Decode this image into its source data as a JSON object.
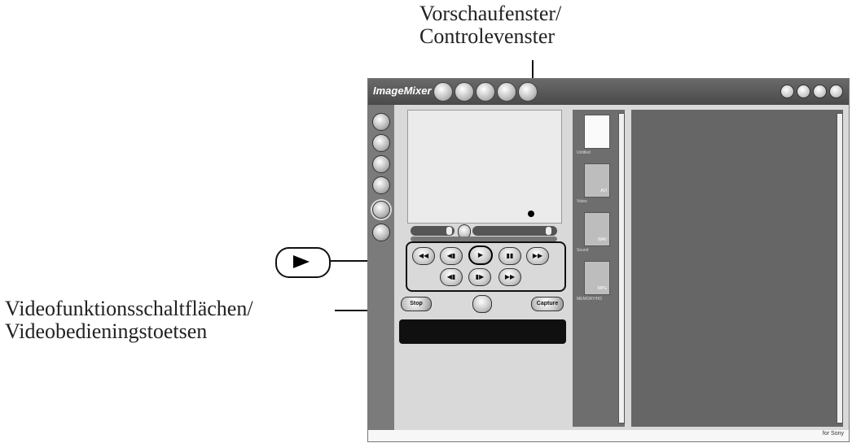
{
  "callouts": {
    "preview_line1": "Vorschaufenster/",
    "preview_line2": "Controlevenster",
    "video_line1": "Videofunktionsschaltflächen/",
    "video_line2": "Videobedieningstoetsen"
  },
  "app": {
    "logo": "ImageMixer",
    "brand": "for Sony",
    "stop_label": "Stop",
    "capture_label": "Capture"
  },
  "video_controls": {
    "row1": [
      "◀◀",
      "◀▮",
      "▶",
      "▮▮",
      "▶▶"
    ],
    "row2": [
      "◀▮",
      "▮▶",
      "▶▶"
    ]
  },
  "media_types": [
    "Untitled",
    "Video",
    "Sound",
    "MEMORY/HD"
  ],
  "thumb_texts": [
    "",
    "AVI",
    "WAV",
    "MPG"
  ],
  "icons": {
    "play": "play-icon"
  }
}
